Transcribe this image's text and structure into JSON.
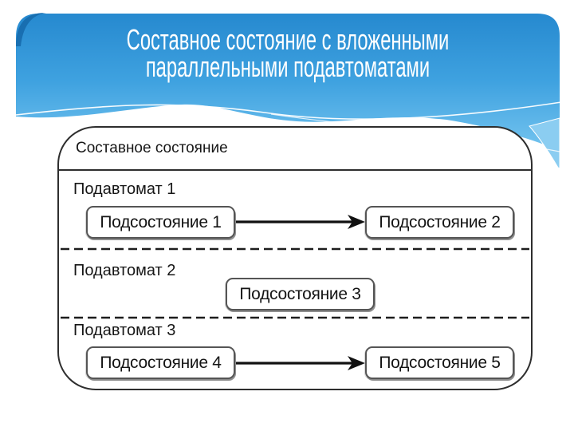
{
  "slide": {
    "title": {
      "line1": "Составное состояние с вложенными",
      "line2": "параллельными подавтоматами"
    }
  },
  "diagram": {
    "title": "Составное состояние",
    "sections": [
      {
        "label": "Подавтомат 1",
        "states": [
          "Подсостояние 1",
          "Подсостояние 2"
        ]
      },
      {
        "label": "Подавтомат 2",
        "states": [
          "Подсостояние 3"
        ]
      },
      {
        "label": "Подавтомат 3",
        "states": [
          "Подсостояние 4",
          "Подсостояние 5"
        ]
      }
    ]
  },
  "colors": {
    "header_blue_top": "#2689cf",
    "header_blue_mid": "#3fa2e0",
    "header_blue_bottom": "#74c4ef",
    "header_wedge_light": "#8bcdf1",
    "header_corner_dark": "#1568aa",
    "title_text": "#ffffff",
    "diagram_border": "#2e2e2e",
    "state_border": "#555555",
    "text": "#161616"
  }
}
